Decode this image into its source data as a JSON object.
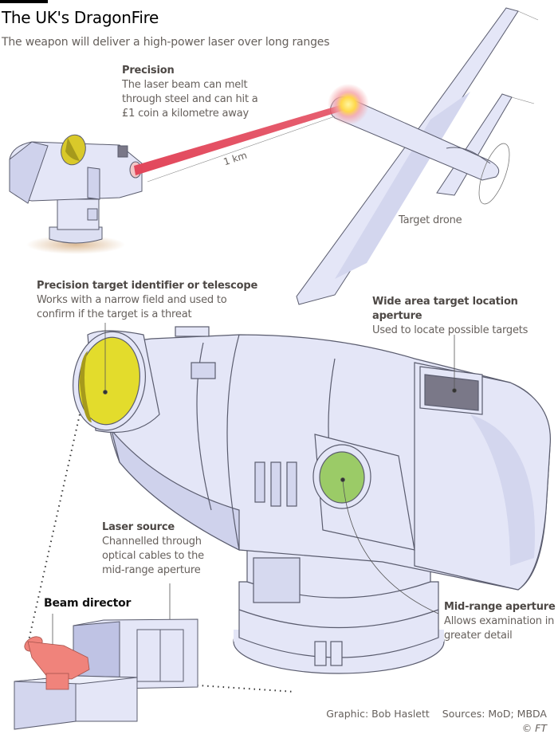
{
  "header": {
    "title": "The UK's DragonFire",
    "subtitle": "The weapon will deliver a high-power laser over long ranges"
  },
  "annotations": {
    "precision": {
      "heading": "Precision",
      "lines": [
        "The laser beam can melt",
        "through steel and can hit a",
        "£1 coin a kilometre away"
      ]
    },
    "distance_label": "1 km",
    "target_drone": "Target drone",
    "telescope": {
      "heading": "Precision target identifier or telescope",
      "lines": [
        "Works with a narrow field and used to",
        "confirm if the target is a threat"
      ]
    },
    "wide_area": {
      "heading": "Wide area target location aperture",
      "lines": [
        "Used to locate possible targets"
      ]
    },
    "laser_source": {
      "heading": "Laser source",
      "lines": [
        "Channelled through",
        "optical cables to the",
        "mid-range aperture"
      ]
    },
    "beam_director": {
      "heading": "Beam director"
    },
    "mid_range": {
      "heading": "Mid-range aperture",
      "lines": [
        "Allows examination in",
        "greater detail"
      ]
    }
  },
  "footer": {
    "graphic": "Graphic: Bob Haslett",
    "sources": "Sources: MoD; MBDA",
    "copyright": "© FT"
  },
  "colors": {
    "metal": "#e4e6f7",
    "metal_shade": "#c9cce6",
    "outline": "#5a5c6e",
    "telescope_lens": "#e3dc2c",
    "mid_range_lens": "#9bcb67",
    "wide_aperture": "#7a7888",
    "laser_beam": "#e2465a",
    "beam_director": "#f0837b"
  }
}
